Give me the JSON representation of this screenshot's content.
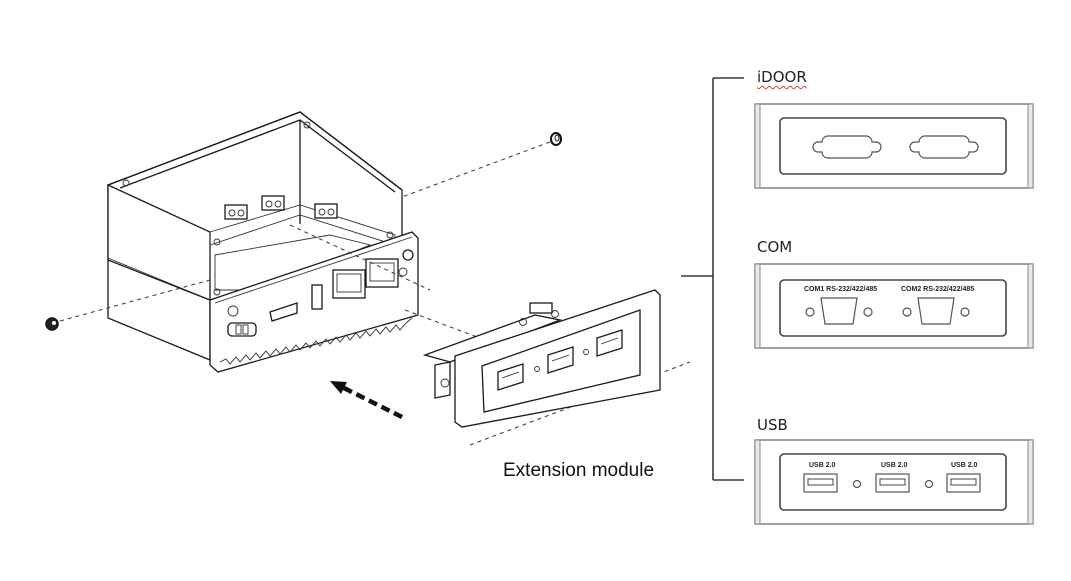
{
  "diagram": {
    "caption": "Extension module",
    "modules": [
      {
        "title": "iDOOR",
        "ports": [],
        "cutouts": [
          "db9-cutout",
          "db9-cutout"
        ]
      },
      {
        "title": "COM",
        "ports": [
          "COM1 RS-232/422/485",
          "COM2 RS-232/422/485"
        ]
      },
      {
        "title": "USB",
        "ports": [
          "USB 2.0",
          "USB 2.0",
          "USB 2.0"
        ]
      }
    ],
    "arrow": "insert-direction-arrow",
    "line_colors": {
      "drawing": "#1a1a1a",
      "bracket": "#3a3a3a",
      "spellcheck_underline": "#e0402e"
    }
  }
}
